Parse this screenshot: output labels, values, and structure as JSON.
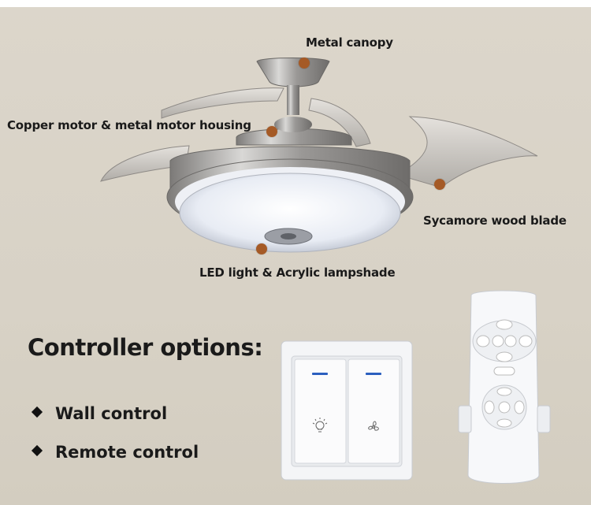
{
  "product_labels": {
    "canopy": "Metal canopy",
    "motor": "Copper motor & metal motor housing",
    "blade": "Sycamore wood blade",
    "light": "LED light & Acrylic lampshade"
  },
  "controller": {
    "heading": "Controller options:",
    "options": [
      "Wall control",
      "Remote control"
    ]
  },
  "colors": {
    "background": "#d9d3c7",
    "marker": "#a55a26",
    "text": "#1a1a1a"
  },
  "icons": {
    "wall_switch_left": "light-bulb-icon",
    "wall_switch_right": "fan-icon",
    "bullet": "diamond-bullet-icon"
  }
}
